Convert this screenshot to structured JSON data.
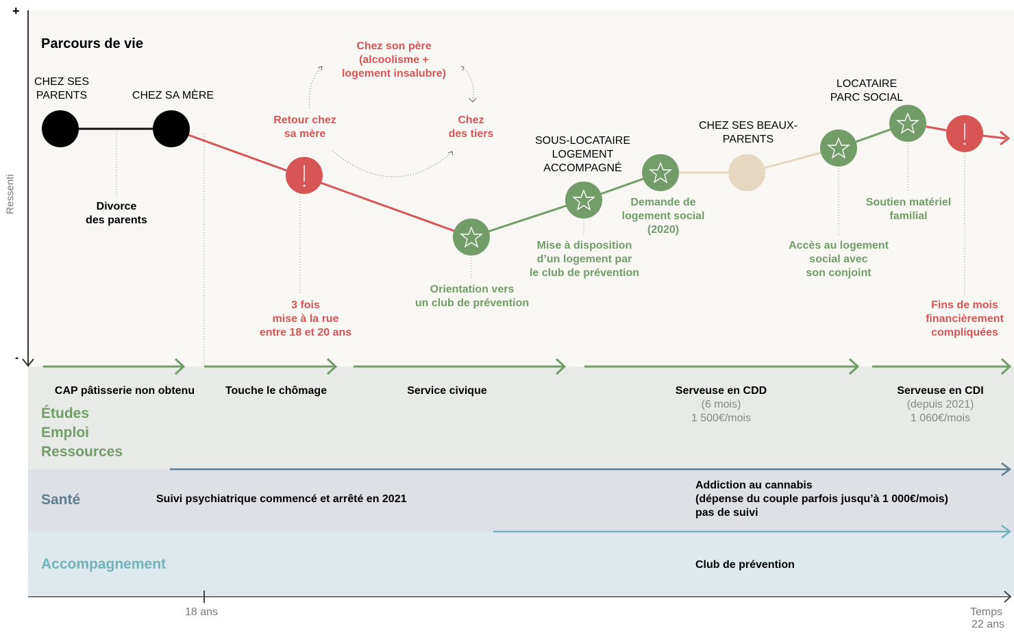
{
  "title": "Parcours de vie",
  "y_axis": {
    "label": "Ressenti",
    "plus": "+",
    "minus": "-"
  },
  "x_axis": {
    "tick_18": "18 ans",
    "end_label": "Temps",
    "end_age": "22 ans"
  },
  "places": {
    "chez_ses_parents": "CHEZ SES PARENTS",
    "chez_sa_mere": "CHEZ SA MÈRE",
    "sous_locataire": "SOUS-LOCATAIRE LOGEMENT ACCOMPAGNÉ",
    "beaux_parents": "CHEZ SES BEAUX-PARENTS",
    "locataire": "LOCATAIRE PARC SOCIAL"
  },
  "cycle": {
    "pere_1": "Chez son père",
    "pere_2": "(alcoolisme +",
    "pere_3": "logement insalubre)",
    "retour_1": "Retour chez",
    "retour_2": "sa mère",
    "tiers_1": "Chez",
    "tiers_2": "des tiers"
  },
  "events": {
    "divorce_1": "Divorce",
    "divorce_2": "des parents",
    "rue_1": "3 fois",
    "rue_2": "mise à la rue",
    "rue_3": "entre 18 et 20 ans",
    "orientation_1": "Orientation vers",
    "orientation_2": "un club de prévention",
    "mise_1": "Mise à disposition",
    "mise_2": "d’un logement par",
    "mise_3": "le club de prévention",
    "demande_1": "Demande de",
    "demande_2": "logement social",
    "demande_3": "(2020)",
    "acces_1": "Accès au logement",
    "acces_2": "social avec",
    "acces_3": "son conjoint",
    "soutien_1": "Soutien matériel",
    "soutien_2": "familial",
    "fins_1": "Fins de mois",
    "fins_2": "financièrement",
    "fins_3": "compliquées"
  },
  "bands": {
    "etudes": {
      "title_1": "Études",
      "title_2": "Emploi",
      "title_3": "Ressources",
      "items": {
        "cap": "CAP pâtisserie non obtenu",
        "chomage": "Touche le chômage",
        "civique": "Service civique",
        "cdd": "Serveuse en CDD",
        "cdd_dur": "(6 mois)",
        "cdd_sal": "1 500€/mois",
        "cdi": "Serveuse en CDI",
        "cdi_dur": "(depuis 2021)",
        "cdi_sal": "1 060€/mois"
      }
    },
    "sante": {
      "title": "Santé",
      "suivi": "Suivi psychiatrique commencé et arrêté en 2021",
      "add_1": "Addiction au cannabis",
      "add_2": "(dépense du couple parfois jusqu’à 1 000€/mois)",
      "add_3": "pas de suivi"
    },
    "accompagnement": {
      "title": "Accompagnement",
      "club": "Club de prévention"
    }
  },
  "colors": {
    "red": "#d85556",
    "green": "#729c68",
    "slate": "#5e7d92",
    "teal": "#73b2bc",
    "beige": "#e6d7c0",
    "panel": "#f9f7f4"
  }
}
